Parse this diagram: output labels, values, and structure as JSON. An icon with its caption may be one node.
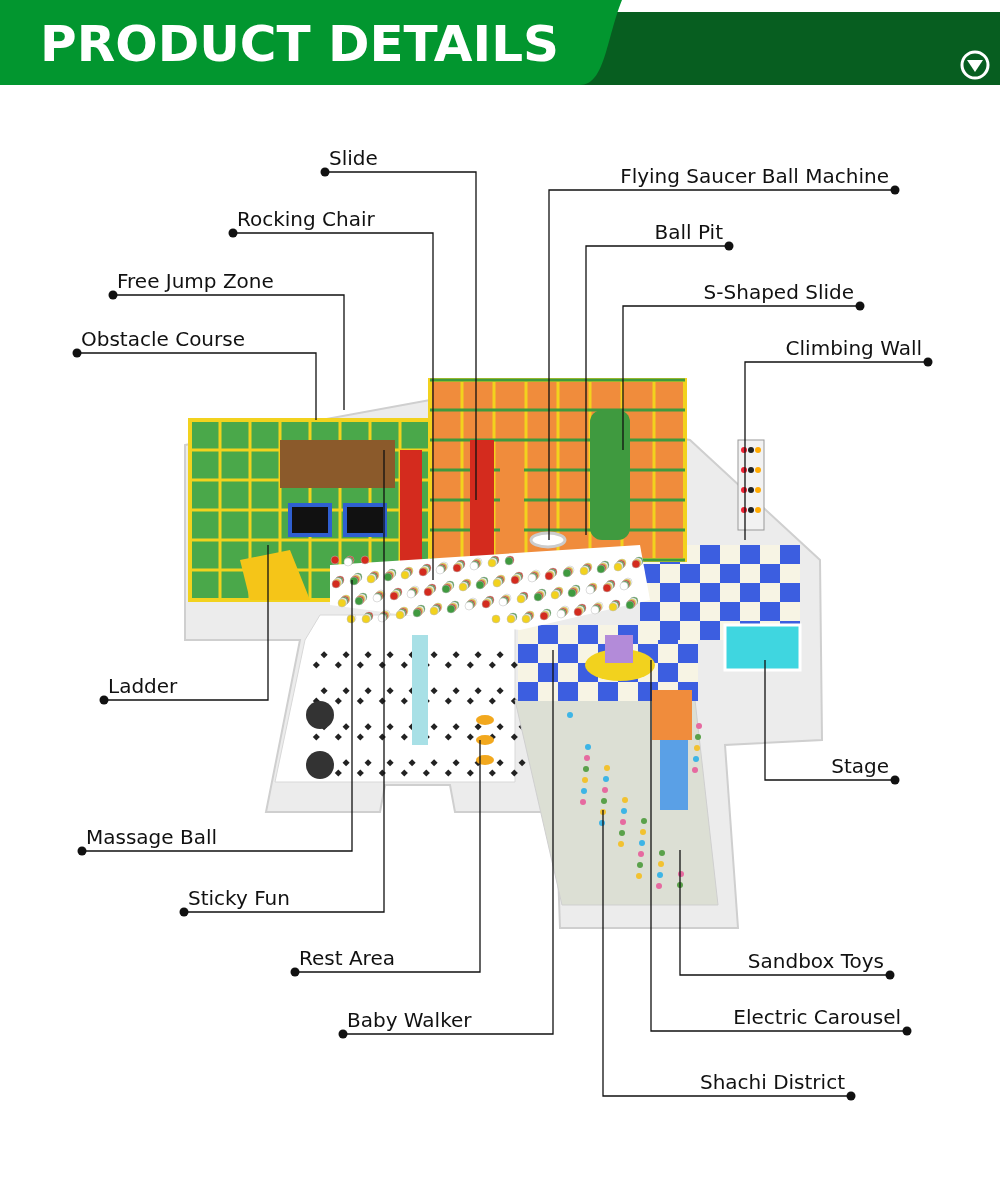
{
  "diagram": {
    "title": "PRODUCT DETAILS",
    "nodes": [
      {
        "text": [
          "Slide"
        ]
      },
      {
        "text": [
          "Flying Saucer Ball Machine"
        ]
      },
      {
        "text": [
          "Rocking Chair"
        ]
      },
      {
        "text": [
          "Ball Pit"
        ]
      },
      {
        "text": [
          "Free Jump Zone"
        ]
      },
      {
        "text": [
          "S-Shaped Slide"
        ]
      },
      {
        "text": [
          "Obstacle Course"
        ]
      },
      {
        "text": [
          "Climbing Wall"
        ]
      },
      {
        "text": [
          "Ladder"
        ]
      },
      {
        "text": [
          "Stage"
        ]
      },
      {
        "text": [
          "Massage Ball"
        ]
      },
      {
        "text": [
          "Sticky Fun"
        ]
      },
      {
        "text": [
          "Sandbox Toys"
        ]
      },
      {
        "text": [
          "Rest Area"
        ]
      },
      {
        "text": [
          "Baby Walker"
        ]
      },
      {
        "text": [
          "Electric Carousel"
        ]
      },
      {
        "text": [
          "Shachi District"
        ]
      }
    ],
    "edges": [
      {
        "from": 0,
        "to": null,
        "arrow": "other"
      },
      {
        "from": 1,
        "to": null,
        "arrow": "other"
      },
      {
        "from": 2,
        "to": null,
        "arrow": "other"
      },
      {
        "from": 3,
        "to": null,
        "arrow": "other"
      },
      {
        "from": 4,
        "to": null,
        "arrow": "other"
      },
      {
        "from": 5,
        "to": null,
        "arrow": "other"
      },
      {
        "from": 6,
        "to": null,
        "arrow": "other"
      },
      {
        "from": 7,
        "to": null,
        "arrow": "other"
      },
      {
        "from": 8,
        "to": null,
        "arrow": "other"
      },
      {
        "from": 9,
        "to": null,
        "arrow": "other"
      },
      {
        "from": 10,
        "to": null,
        "arrow": "other"
      },
      {
        "from": 11,
        "to": null,
        "arrow": "other"
      },
      {
        "from": 12,
        "to": null,
        "arrow": "other"
      },
      {
        "from": 13,
        "to": null,
        "arrow": "other"
      },
      {
        "from": 14,
        "to": null,
        "arrow": "other"
      },
      {
        "from": 15,
        "to": null,
        "arrow": "other"
      },
      {
        "from": 16,
        "to": null,
        "arrow": "other"
      }
    ]
  }
}
